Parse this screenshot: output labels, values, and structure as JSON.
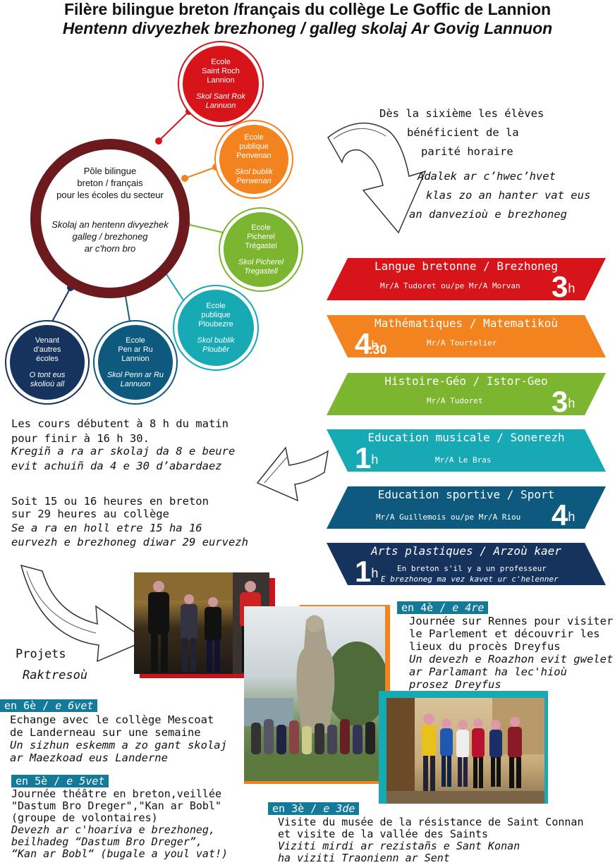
{
  "header": {
    "title_fr": "Filère bilingue breton /français du collège Le Goffic de Lannion",
    "title_br": "Hentenn divyezhek brezhoneg / galleg skolaj Ar Govig Lannuon"
  },
  "pole": {
    "fr": [
      "Pôle bilingue",
      "breton / français",
      "pour les écoles du secteur"
    ],
    "br": [
      "Skolaj an hentenn divyezhek",
      "galleg / brezhoneg",
      "ar c'horn bro"
    ]
  },
  "schools": [
    {
      "name": [
        "Ecole",
        "Saint Roch",
        "Lannion"
      ],
      "br": [
        "Skol Sant Rok",
        "Lannuon"
      ],
      "color": "#d7141a"
    },
    {
      "name": [
        "Ecole",
        "publique",
        "Penvenan"
      ],
      "br": [
        "Skol bublik",
        "Perwenan"
      ],
      "color": "#f2831e"
    },
    {
      "name": [
        "Ecole",
        "Picherel",
        "Trégastel"
      ],
      "br": [
        "Skol Picherel",
        "Tregastell"
      ],
      "color": "#7cb52f"
    },
    {
      "name": [
        "Ecole",
        "publique",
        "Ploubezre"
      ],
      "br": [
        "Skol bublik",
        "Ploubêr"
      ],
      "color": "#17a9b4"
    },
    {
      "name": [
        "Ecole",
        "Pen ar Ru",
        "Lannion"
      ],
      "br": [
        "Skol Penn ar Ru",
        "Lannuon"
      ],
      "color": "#0e5a7e"
    },
    {
      "name": [
        "Venant",
        "d'autres",
        "écoles"
      ],
      "br": [
        "O tont eus",
        "skolioù all"
      ],
      "color": "#15335c"
    }
  ],
  "parity": {
    "fr": [
      "Dès la sixième les élèves",
      "bénéficient de la",
      "parité horaire"
    ],
    "br": [
      "Adalek ar c’hwec’hvet",
      "klas zo an hanter vat eus",
      "an danvezioù e brezhoneg"
    ]
  },
  "subjects": [
    {
      "title": "Langue bretonne / Brezhoneg",
      "teacher": "Mr/A Tudoret ou/pe Mr/A Morvan",
      "hours": "3",
      "unit": "h",
      "extra": "",
      "color": "#d7141a",
      "italic": false
    },
    {
      "title": "Mathématiques / Matematikoù",
      "teacher": "Mr/A Tourtelier",
      "hours": "4",
      "unit": "h",
      "extra": ".30",
      "color": "#f2831e",
      "italic": false
    },
    {
      "title": "Histoire-Géo / Istor-Geo",
      "teacher": "Mr/A Tudoret",
      "hours": "3",
      "unit": "h",
      "extra": "",
      "color": "#7cb52f",
      "italic": false
    },
    {
      "title": "Education musicale / Sonerezh",
      "teacher": "Mr/A Le Bras",
      "hours": "1",
      "unit": "h",
      "extra": "",
      "color": "#17a9b4",
      "italic": false
    },
    {
      "title": "Education sportive / Sport",
      "teacher": "Mr/A Guillemois ou/pe Mr/A Riou",
      "hours": "4",
      "unit": "h",
      "extra": "",
      "color": "#0e5a7e",
      "italic": false
    },
    {
      "title": "Arts plastiques / Arzoù kaer",
      "teacher": "En breton s'il y a un professeur",
      "teacher2": "E brezhoneg ma vez kavet ur c'helenner",
      "hours": "1",
      "unit": "h",
      "extra": "",
      "color": "#15335c",
      "italic": true
    }
  ],
  "schedule": {
    "fr1": "Les cours débutent à 8 h du matin",
    "fr2": "pour finir à 16 h 30.",
    "br1": "Kregiñ a ra ar skolaj da 8 e beure",
    "br2": "evit achuiñ da 4 e 30 d’abardaez",
    "fr3": "Soit 15 ou 16 heures en breton",
    "fr4": "sur 29 heures au collège",
    "br3": "Se a ra en holl etre 15 ha 16",
    "br4": "eurvezh e brezhoneg diwar 29 eurvezh"
  },
  "projects": {
    "fr": "Projets",
    "br": "Raktresoù"
  },
  "levels": [
    {
      "label_fr": "en 6è",
      "label_br": "e 6vet",
      "fr": [
        "Echange avec le collège Mescoat",
        "de Landerneau sur une semaine"
      ],
      "br": [
        "Un sizhun eskemm a zo gant skolaj",
        "ar Maezkoad eus Landerne"
      ]
    },
    {
      "label_fr": "en 5è",
      "label_br": "e 5vet",
      "fr": [
        "Journée théâtre en breton,veillée",
        "\"Dastum Bro Dreger\",\"Kan ar Bobl\"",
        "(groupe de volontaires)"
      ],
      "br": [
        "Devezh ar c'hoariva e brezhoneg,",
        "beilhadeg “Dastum Bro Dreger”,",
        "“Kan ar Bobl“ (bugale a youl vat!)"
      ]
    },
    {
      "label_fr": "en 4è",
      "label_br": "e 4re",
      "fr": [
        "Journée sur Rennes pour visiter",
        "le Parlement et découvrir les",
        "lieux du procès Dreyfus"
      ],
      "br": [
        "Un devezh e Roazhon evit gwelet",
        "ar Parlamant ha lec'hioù",
        "prosez Dreyfus"
      ]
    },
    {
      "label_fr": "en 3è",
      "label_br": "e 3de",
      "fr": [
        "Visite du musée de la résistance de Saint Connan",
        "et visite de la vallée des Saints"
      ],
      "br": [
        "Viziti mirdi ar rezistañs e Sant Konan",
        "ha viziti Traonienn ar Sent"
      ]
    }
  ]
}
